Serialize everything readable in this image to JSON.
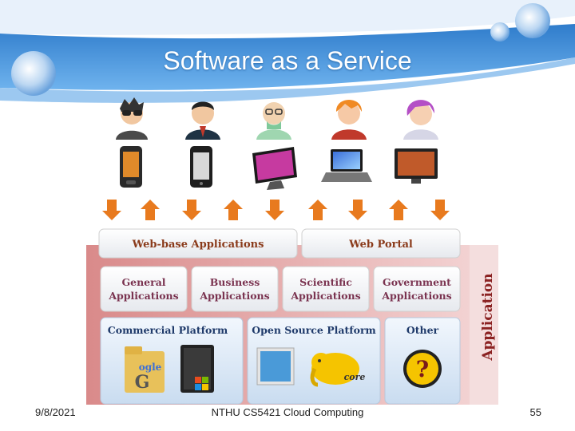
{
  "slide": {
    "title": "Software as a Service",
    "footer_date": "9/8/2021",
    "footer_course": "NTHU CS5421 Cloud Computing",
    "page_number": "55"
  },
  "diagram": {
    "side_label": "Application",
    "top_row": [
      "Web-base Applications",
      "Web Portal"
    ],
    "apps": [
      {
        "line1": "General",
        "line2": "Applications"
      },
      {
        "line1": "Business",
        "line2": "Applications"
      },
      {
        "line1": "Scientific",
        "line2": "Applications"
      },
      {
        "line1": "Government",
        "line2": "Applications"
      }
    ],
    "platforms": [
      "Commercial Platform",
      "Open Source Platform",
      "Other"
    ],
    "google_logo_text": "ogle",
    "hadoop_logo_text": "core"
  },
  "colors": {
    "banner_blue": "#3f8fd8",
    "side_panel": "#c96666",
    "box_top_text": "#8a3a1a",
    "box_app_text": "#7a3350",
    "box_platform_text": "#1f3a6a",
    "arrow_orange": "#e87a1e",
    "question_yellow": "#f5c400"
  }
}
